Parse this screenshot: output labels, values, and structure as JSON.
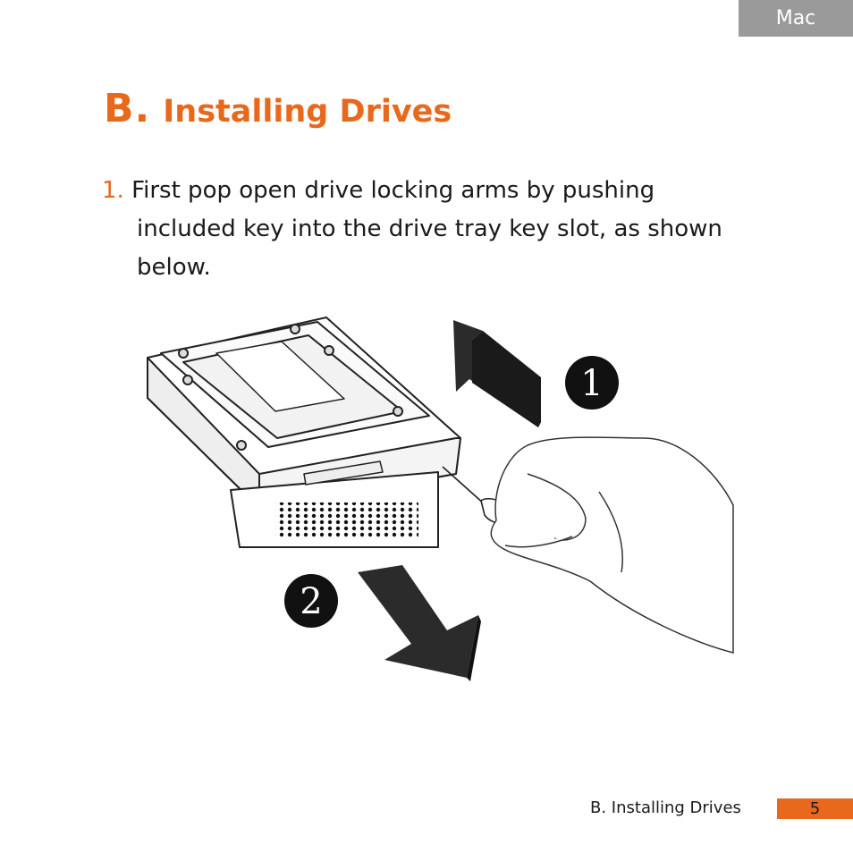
{
  "header": {
    "platform_tab": "Mac"
  },
  "section": {
    "letter": "B.",
    "title": "Installing Drives"
  },
  "steps": [
    {
      "number": "1.",
      "lines": [
        "First pop open drive locking arms by pushing",
        "included key into the drive tray key slot, as shown",
        "below."
      ]
    }
  ],
  "illustration": {
    "callouts": [
      "1",
      "2"
    ],
    "icons": [
      "drive-tray",
      "hard-drive",
      "key",
      "hand",
      "arrow-up-back",
      "arrow-down-out"
    ]
  },
  "footer": {
    "section_label": "B. Installing Drives",
    "page_number": "5"
  },
  "colors": {
    "accent": "#e8681c",
    "tab_gray": "#9a9a9a",
    "ink": "#1a1a1a"
  }
}
